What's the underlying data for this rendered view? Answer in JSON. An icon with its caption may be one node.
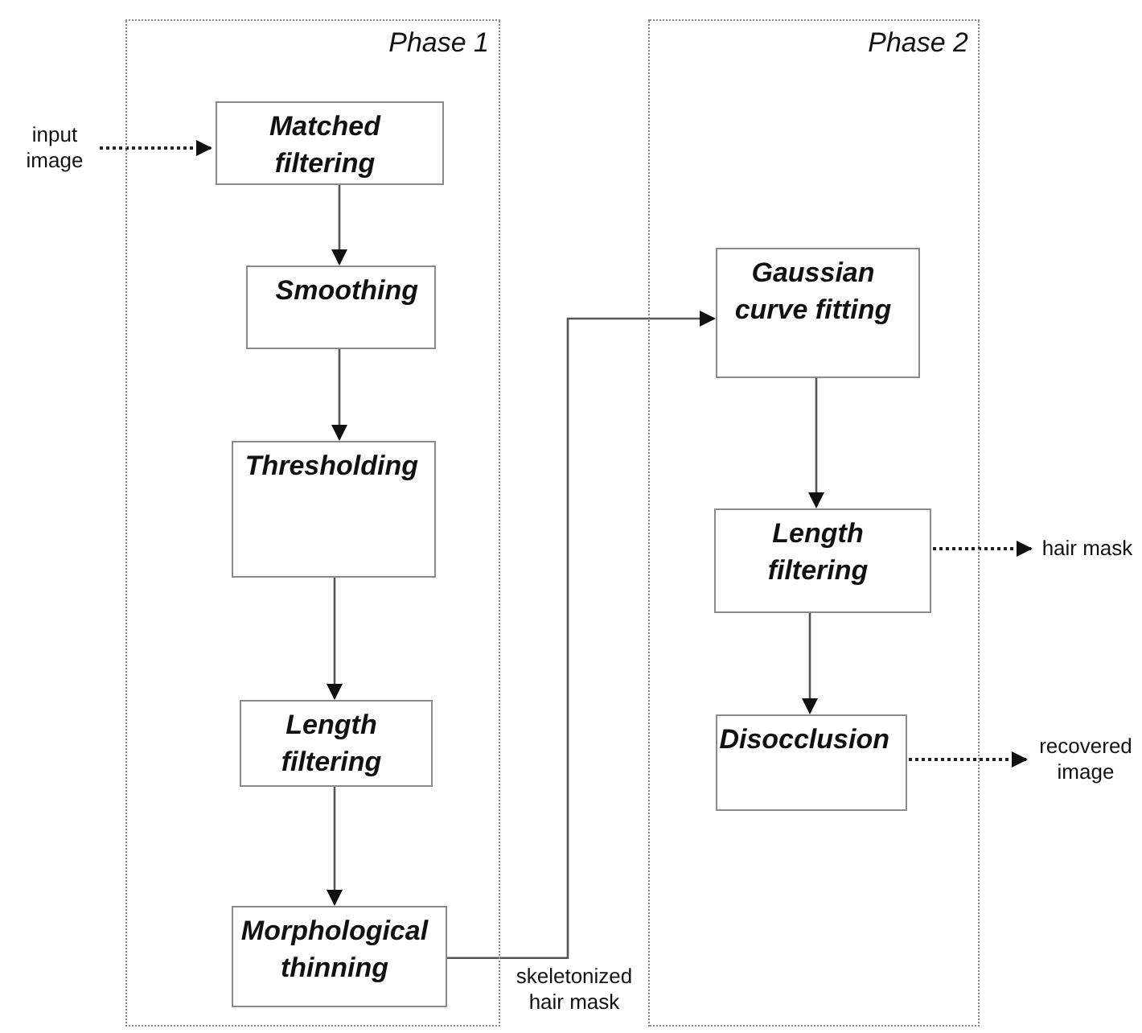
{
  "diagram": {
    "nodes": [
      {
        "text": [
          "Phase 1"
        ]
      },
      {
        "text": [
          "Matched filtering"
        ],
        "in": 0
      },
      {
        "text": [
          "Smoothing"
        ],
        "in": 0
      },
      {
        "text": [
          "Thresholding"
        ],
        "in": 0
      },
      {
        "text": [
          "Length filtering"
        ],
        "in": 0
      },
      {
        "text": [
          "Morphological thinning"
        ],
        "in": 0
      },
      {
        "text": [
          "Phase 2"
        ]
      },
      {
        "text": [
          "Gaussian curve fitting"
        ],
        "in": 6
      },
      {
        "text": [
          "Length filtering"
        ],
        "in": 6
      },
      {
        "text": [
          "Disocclusion"
        ],
        "in": 6
      },
      {
        "text": [
          "input image"
        ]
      },
      {
        "text": [
          "hair mask"
        ]
      },
      {
        "text": [
          "recovered image"
        ]
      }
    ],
    "edges": [
      {
        "from": 10,
        "to": 1,
        "arrow": "to",
        "style": "dashed"
      },
      {
        "from": 1,
        "to": 2,
        "arrow": "to"
      },
      {
        "from": 2,
        "to": 3,
        "arrow": "to"
      },
      {
        "from": 3,
        "to": 4,
        "arrow": "to"
      },
      {
        "from": 4,
        "to": 5,
        "arrow": "to"
      },
      {
        "from": 5,
        "to": 7,
        "arrow": "to",
        "label": "skeletonized hair mask"
      },
      {
        "from": 7,
        "to": 8,
        "arrow": "to"
      },
      {
        "from": 8,
        "to": 9,
        "arrow": "to"
      },
      {
        "from": 8,
        "to": 11,
        "arrow": "to",
        "style": "dashed"
      },
      {
        "from": 9,
        "to": 12,
        "arrow": "to",
        "style": "dashed"
      }
    ]
  }
}
